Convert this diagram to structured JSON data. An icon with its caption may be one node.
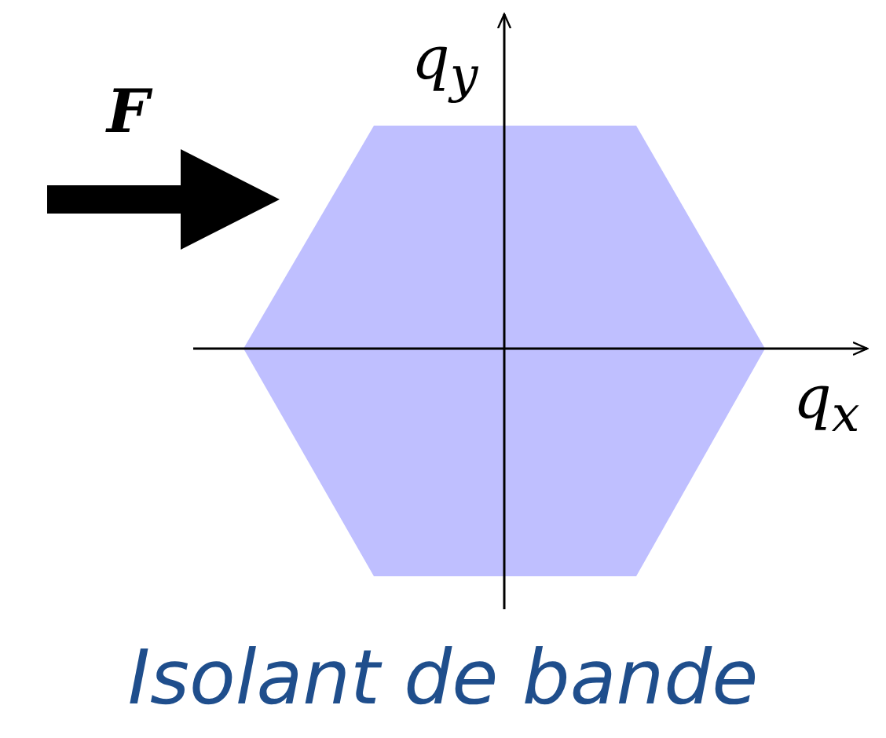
{
  "diagram": {
    "caption": "Isolant de bande",
    "labels": [
      "F",
      "q$_{y}$",
      "q$_{x}$"
    ]
  }
}
